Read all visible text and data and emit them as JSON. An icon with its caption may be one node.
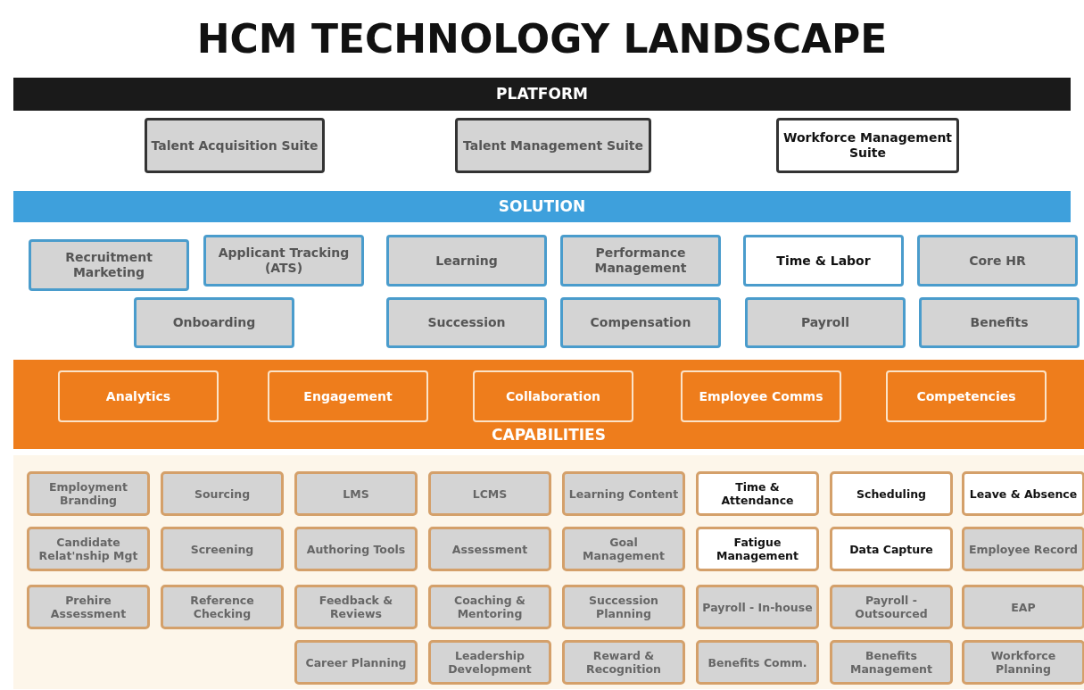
{
  "diagram": {
    "title": "HCM TECHNOLOGY LANDSCAPE",
    "nodes": [
      {
        "text": [
          "PLATFORM"
        ]
      },
      {
        "text": [
          "Talent Acquisition Suite"
        ]
      },
      {
        "text": [
          "Talent Management Suite"
        ]
      },
      {
        "text": [
          "Workforce Management Suite"
        ]
      },
      {
        "text": [
          "SOLUTION"
        ]
      },
      {
        "text": [
          "Recruitment Marketing"
        ]
      },
      {
        "text": [
          "Applicant Tracking (ATS)"
        ]
      },
      {
        "text": [
          "Learning"
        ]
      },
      {
        "text": [
          "Performance Management"
        ]
      },
      {
        "text": [
          "Time & Labor"
        ]
      },
      {
        "text": [
          "Core HR"
        ]
      },
      {
        "text": [
          "Onboarding"
        ]
      },
      {
        "text": [
          "Succession"
        ]
      },
      {
        "text": [
          "Compensation"
        ]
      },
      {
        "text": [
          "Payroll"
        ]
      },
      {
        "text": [
          "Benefits"
        ]
      },
      {
        "text": [
          "CAPABILITIES"
        ]
      },
      {
        "text": [
          "Analytics"
        ],
        "in": 16
      },
      {
        "text": [
          "Engagement"
        ],
        "in": 16
      },
      {
        "text": [
          "Collaboration"
        ],
        "in": 16
      },
      {
        "text": [
          "Employee Comms"
        ],
        "in": 16
      },
      {
        "text": [
          "Competencies"
        ],
        "in": 16
      },
      {
        "text": [
          "Employment Branding"
        ]
      },
      {
        "text": [
          "Sourcing"
        ]
      },
      {
        "text": [
          "LMS"
        ]
      },
      {
        "text": [
          "LCMS"
        ]
      },
      {
        "text": [
          "Learning Content"
        ]
      },
      {
        "text": [
          "Time & Attendance"
        ]
      },
      {
        "text": [
          "Scheduling"
        ]
      },
      {
        "text": [
          "Leave & Absence"
        ]
      },
      {
        "text": [
          "Candidate Relat'nship Mgt"
        ]
      },
      {
        "text": [
          "Screening"
        ]
      },
      {
        "text": [
          "Authoring Tools"
        ]
      },
      {
        "text": [
          "Assessment"
        ]
      },
      {
        "text": [
          "Goal Management"
        ]
      },
      {
        "text": [
          "Fatigue Management"
        ]
      },
      {
        "text": [
          "Data Capture"
        ]
      },
      {
        "text": [
          "Employee Record"
        ]
      },
      {
        "text": [
          "Prehire Assessment"
        ]
      },
      {
        "text": [
          "Reference Checking"
        ]
      },
      {
        "text": [
          "Feedback & Reviews"
        ]
      },
      {
        "text": [
          "Coaching & Mentoring"
        ]
      },
      {
        "text": [
          "Succession Planning"
        ]
      },
      {
        "text": [
          "Payroll - In-house"
        ]
      },
      {
        "text": [
          "Payroll - Outsourced"
        ]
      },
      {
        "text": [
          "EAP"
        ]
      },
      {
        "text": [
          "Career Planning"
        ]
      },
      {
        "text": [
          "Leadership Development"
        ]
      },
      {
        "text": [
          "Reward & Recognition"
        ]
      },
      {
        "text": [
          "Benefits Comm."
        ]
      },
      {
        "text": [
          "Benefits Management"
        ]
      },
      {
        "text": [
          "Workforce Planning"
        ]
      }
    ]
  }
}
